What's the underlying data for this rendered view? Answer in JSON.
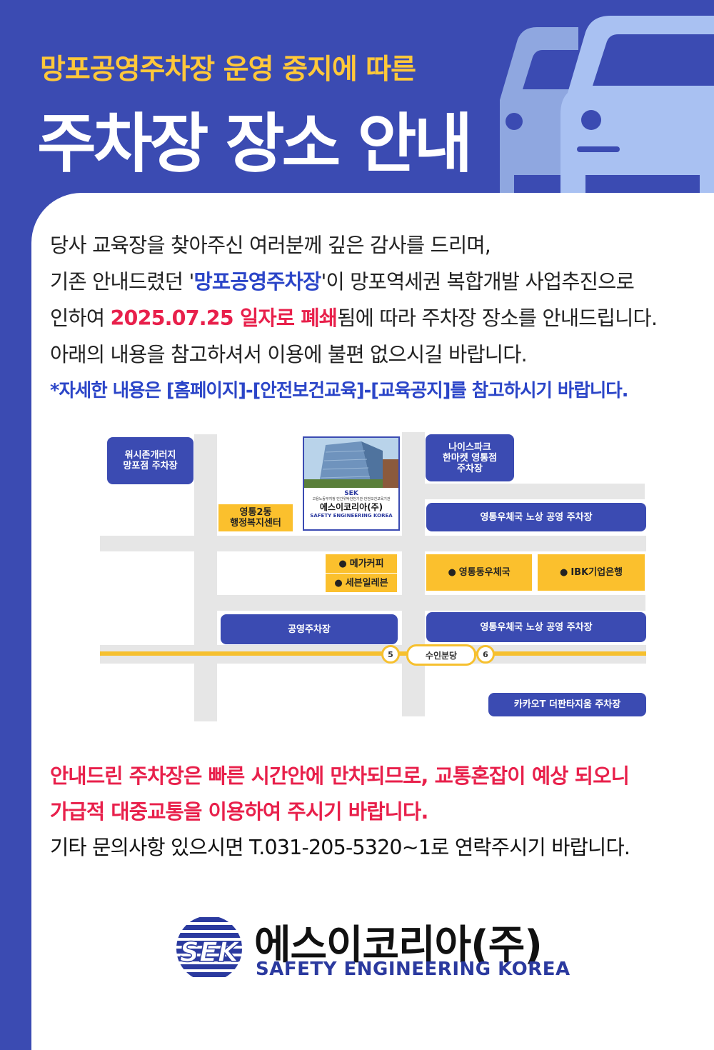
{
  "header": {
    "subtitle": "망포공영주차장 운영 중지에 따른",
    "title": "주차장 장소 안내"
  },
  "intro": {
    "line1": "당사 교육장을 찾아주신 여러분께 깊은 감사를 드리며,",
    "line2_pre": "기존 안내드렸던 '",
    "line2_hl": "망포공영주차장",
    "line2_post": "'이 망포역세권 복합개발 사업추진으로",
    "line3_pre": "인하여 ",
    "line3_hl": "2025.07.25 일자로 폐쇄",
    "line3_post": "됨에 따라 주차장 장소를 안내드립니다.",
    "line4": "아래의 내용을 참고하셔서 이용에 불편 없으시길 바랍니다.",
    "note": "*자세한 내용은 [홈페이지]-[안전보건교육]-[교육공지]를 참고하시기 바랍니다."
  },
  "map": {
    "building": {
      "line1": "고용노동부지정 민간위탁안전기관·안전보건교육기관",
      "name": "에스이코리아(주)",
      "en": "SAFETY ENGINEERING KOREA"
    },
    "places": {
      "washzone": "워시존개러지\n망포점 주차장",
      "nicepark": "나이스파크\n한마켓 영통점\n주차장",
      "youngtong_center": "영통2동\n행정복지센터",
      "post_parking_top": "영통우체국 노상 공영 주차장",
      "mega_coffee": "메가커피",
      "seven_eleven": "세븐일레븐",
      "youngtong_post": "영통동우체국",
      "ibk": "IBK기업은행",
      "public_parking": "공영주차장",
      "post_parking_bottom": "영통우체국 노상 공영 주차장",
      "kakao": "카카오T 더판타지움 주차장"
    },
    "station": {
      "name": "수인분당",
      "exit_left": "5",
      "exit_right": "6"
    }
  },
  "notice": {
    "red1": "안내드린 주차장은 빠른 시간안에 만차되므로, 교통혼잡이 예상 되오니",
    "red2": "가급적 대중교통을 이용하여 주시기 바랍니다.",
    "contact": "기타 문의사항 있으시면 T.031-205-5320~1로 연락주시기 바랍니다."
  },
  "logo": {
    "mark": "SEK",
    "name_ko": "에스이코리아(주)",
    "name_en": "SAFETY ENGINEERING KOREA"
  },
  "colors": {
    "brand_blue": "#3b4bb2",
    "accent_yellow": "#ffc83a",
    "highlight_red": "#e8204b",
    "link_blue": "#2b45c8"
  }
}
